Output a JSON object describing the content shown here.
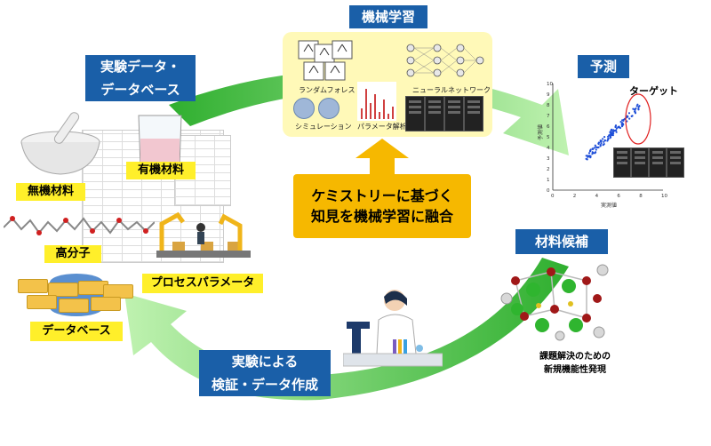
{
  "ml": {
    "title": "機械学習",
    "random_forest": "ランダムフォレスト",
    "neural_network": "ニューラルネットワーク",
    "simulation": "シミュレーション",
    "param_analysis": "パラメータ解析"
  },
  "experiment_db": {
    "title_line1": "実験データ・",
    "title_line2": "データベース"
  },
  "prediction": {
    "title": "予測",
    "target": "ターゲット",
    "xlabel": "実測値",
    "ylabel": "予測値",
    "x_ticks": [
      "0",
      "2",
      "4",
      "6",
      "8",
      "10"
    ],
    "y_ticks": [
      "0",
      "1",
      "2",
      "3",
      "4",
      "5",
      "6",
      "7",
      "8",
      "9",
      "10"
    ]
  },
  "center": {
    "line1": "ケミストリーに基づく",
    "line2": "知見を機械学習に融合"
  },
  "materials": {
    "title": "材料候補",
    "caption_line1": "課題解決のための",
    "caption_line2": "新規機能性発現"
  },
  "labels": {
    "inorganic": "無機材料",
    "organic": "有機材料",
    "polymer": "高分子",
    "process": "プロセスパラメータ",
    "database": "データベース"
  },
  "verify": {
    "line1": "実験による",
    "line2": "検証・データ作成"
  },
  "colors": {
    "arrow_green": "#3ec43a",
    "blue_label": "#1a5fa8",
    "yellow_label": "#ffef2a",
    "center_orange": "#f6b800"
  }
}
